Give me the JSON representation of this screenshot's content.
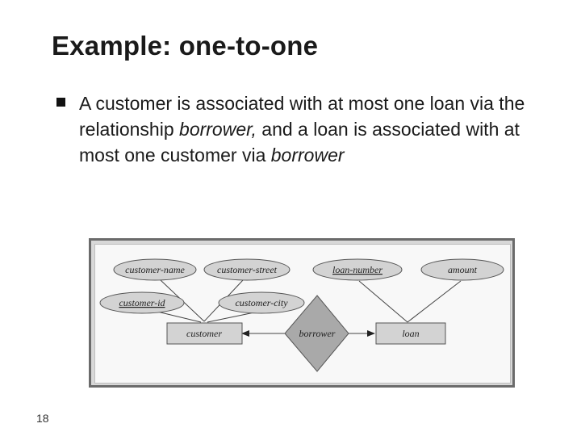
{
  "slide": {
    "title": "Example: one-to-one",
    "bullet": {
      "part1": "A customer is associated with at most one loan via the relationship ",
      "em1": "borrower,",
      "part2": " and a loan is associated with at most one customer via ",
      "em2": "borrower"
    },
    "page_number": "18"
  },
  "diagram": {
    "attributes": {
      "customer_name": "customer-name",
      "customer_street": "customer-street",
      "customer_id": "customer-id",
      "customer_city": "customer-city",
      "loan_number": "loan-number",
      "amount": "amount"
    },
    "entities": {
      "customer": "customer",
      "loan": "loan"
    },
    "relationship": "borrower",
    "colors": {
      "shape_fill": "#d3d3d3",
      "relationship_fill": "#a9a9a9"
    }
  }
}
